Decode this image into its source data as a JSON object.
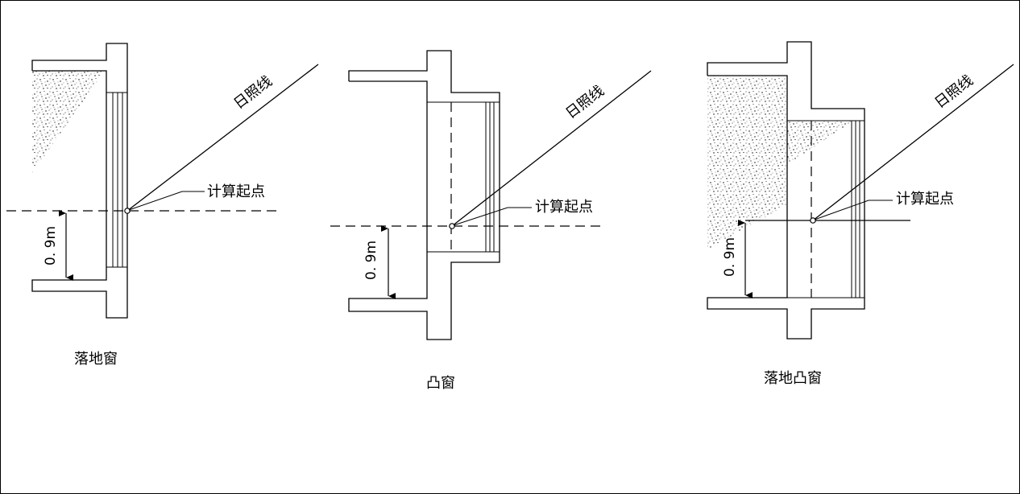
{
  "figures": [
    {
      "caption": "落地窗",
      "sun_line_label": "日照线",
      "start_point_label": "计算起点",
      "dimension_label": "0. 9m"
    },
    {
      "caption": "凸窗",
      "sun_line_label": "日照线",
      "start_point_label": "计算起点",
      "dimension_label": "0. 9m"
    },
    {
      "caption": "落地凸窗",
      "sun_line_label": "日照线",
      "start_point_label": "计算起点",
      "dimension_label": "0. 9m"
    }
  ]
}
